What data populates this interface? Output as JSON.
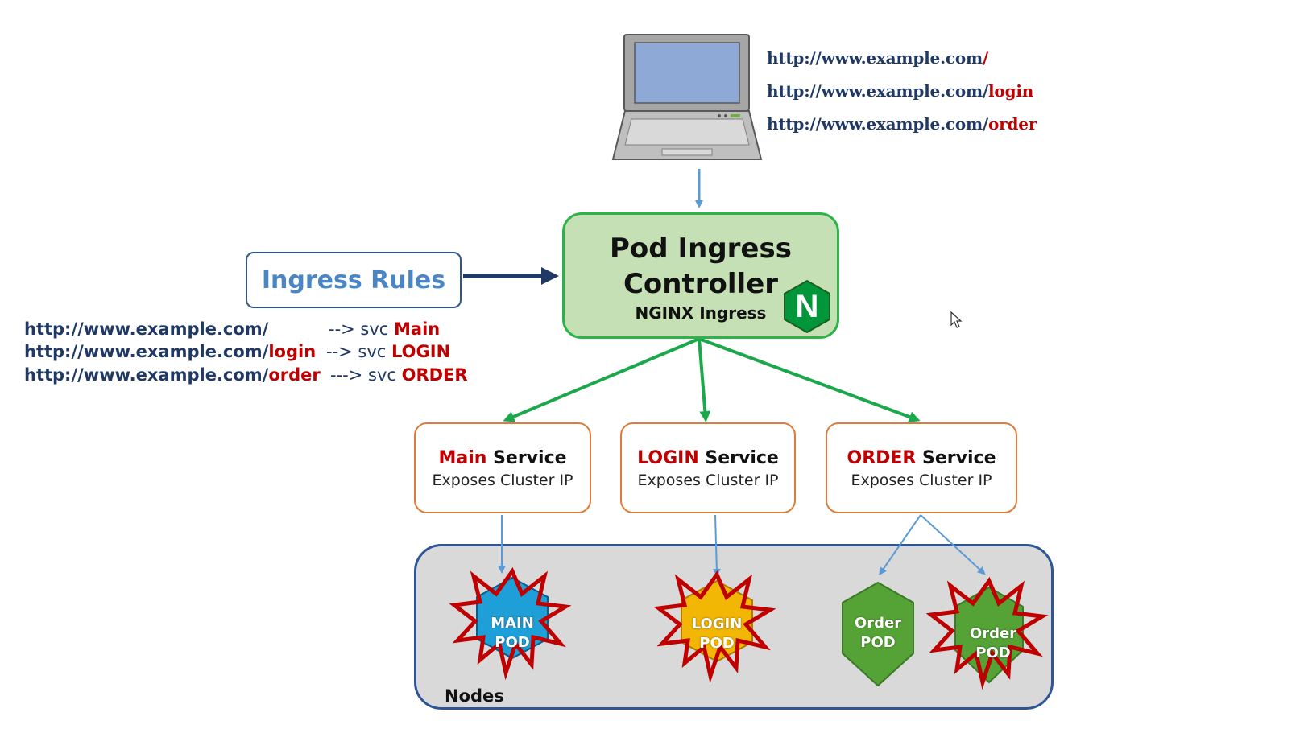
{
  "client": {
    "urls": [
      {
        "base": "http://www.example.com",
        "path": "/"
      },
      {
        "base": "http://www.example.com/",
        "path": "login"
      },
      {
        "base": "http://www.example.com/",
        "path": "order"
      }
    ]
  },
  "controller": {
    "title_line1": "Pod Ingress",
    "title_line2": "Controller",
    "subtitle": "NGINX Ingress",
    "logo_letter": "N"
  },
  "ingress_rules": {
    "label": "Ingress Rules",
    "rules": [
      {
        "base": "http://www.example.com/",
        "path": "",
        "arrow": "-->  svc ",
        "svc": "Main"
      },
      {
        "base": "http://www.example.com/",
        "path": "login",
        "arrow": "-->  svc ",
        "svc": "LOGIN"
      },
      {
        "base": "http://www.example.com/",
        "path": "order",
        "arrow": "--->  svc ",
        "svc": "ORDER"
      }
    ]
  },
  "services": [
    {
      "name": "Main",
      "suffix": " Service",
      "sub": "Exposes Cluster IP"
    },
    {
      "name": "LOGIN",
      "suffix": " Service",
      "sub": "Exposes Cluster IP"
    },
    {
      "name": "ORDER",
      "suffix": " Service",
      "sub": "Exposes Cluster IP"
    }
  ],
  "nodes": {
    "label": "Nodes",
    "pods": [
      {
        "line1": "MAIN",
        "line2": "POD",
        "color": "#1e9fd8",
        "burst": true
      },
      {
        "line1": "LOGIN",
        "line2": "POD",
        "color": "#f2b705",
        "burst": true
      },
      {
        "line1": "Order",
        "line2": "POD",
        "color": "#55a336",
        "burst": false
      },
      {
        "line1": "Order",
        "line2": "POD",
        "color": "#55a336",
        "burst": true
      }
    ]
  },
  "colors": {
    "accent_red": "#c00000",
    "navy": "#1f3864",
    "green_arrow": "#1aa84a",
    "blue_arrow": "#5b9bd5",
    "controller_fill": "#c5e0b4",
    "service_border": "#e07b39"
  }
}
